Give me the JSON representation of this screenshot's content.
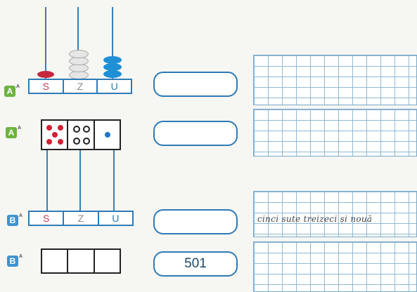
{
  "abacus": {
    "labels": {
      "s": "S",
      "z": "Z",
      "u": "U"
    },
    "bead_counts": {
      "s": 1,
      "z": 4,
      "u": 3
    },
    "colors": {
      "s": "#c8283e",
      "z": "#cfcfcf",
      "u": "#1f8fd6"
    }
  },
  "row1": {
    "badge": "A",
    "answer": ""
  },
  "row2": {
    "badge": "A",
    "answer": ""
  },
  "dice": {
    "hundreds": 5,
    "tens": 4,
    "units": 1
  },
  "row3": {
    "badge": "B",
    "answer": "",
    "written_number": "cinci sute treizeci și nouă"
  },
  "row4": {
    "badge": "B",
    "answer": "501"
  },
  "badge_sup": "A"
}
